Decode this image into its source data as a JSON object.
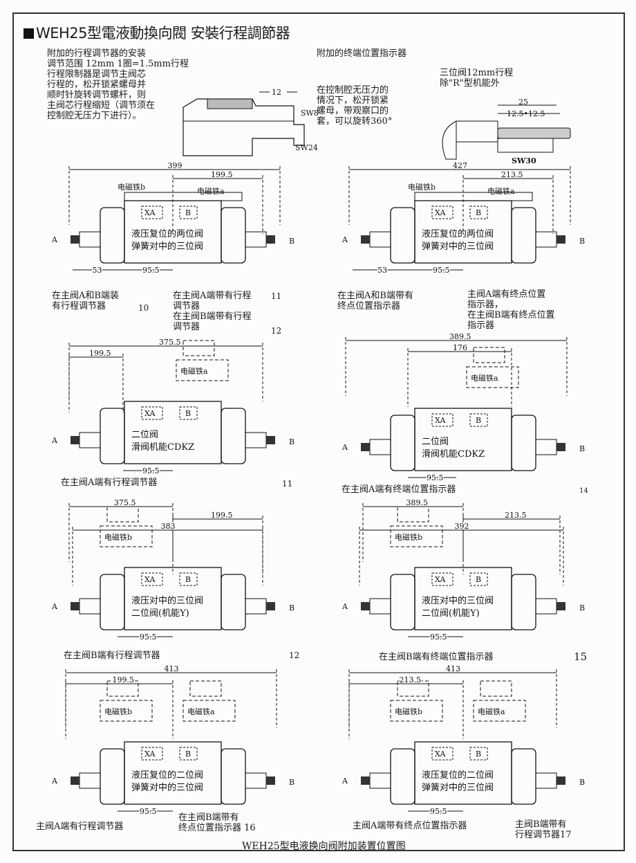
{
  "title": "WEH25型電液動換向閥 安裝行程調節器",
  "intro_left": [
    "附加的行程调节器的安装",
    "调节范围 12mm 1圈=1.5mm行程",
    "行程限制器是调节主阀芯",
    "行程的，松开锁紧螺母并",
    "顺时针旋转调节螺杆，则",
    "主阀芯行程缩短（调节须在",
    "控制腔无压力下进行）。"
  ],
  "detail_left": {
    "dim": "12",
    "sw_top": "SW8",
    "sw_bottom": "SW24"
  },
  "intro_right_heading": "附加的终端位置指示器",
  "intro_right": [
    "在控制腔无压力的",
    "情况下，松开锁紧",
    "螺母，带观察口的",
    "套，可以旋转360°"
  ],
  "detail_right_note": [
    "三位阀12mm行程",
    "除\"R\"型机能外"
  ],
  "detail_right": {
    "dim_total": "25",
    "dim_split": "12.5•12.5",
    "sw": "SW30"
  },
  "port_a": "A",
  "port_b": "B",
  "port_xa": "XA",
  "port_bb": "B",
  "sol_a": "电磁铁a",
  "sol_b": "电磁铁b",
  "panels": [
    {
      "dims": [
        "399",
        "199.5",
        "53",
        "95.5"
      ],
      "body": [
        "液压复位的两位阀",
        "弹簧对中的三位阀"
      ]
    },
    {
      "dims": [
        "427",
        "213.5",
        "53",
        "95.5"
      ],
      "body": [
        "液压复位的两位阀",
        "弹簧对中的三位阀"
      ]
    },
    {
      "dims": [
        "375.5",
        "199.5",
        "95.5"
      ],
      "body": [
        "二位阀",
        "滑阀机能CDKZ"
      ]
    },
    {
      "dims": [
        "389.5",
        "176",
        "95.5"
      ],
      "body": [
        "二位阀",
        "滑阀机能CDKZ"
      ]
    },
    {
      "dims": [
        "375.5",
        "199.5",
        "383",
        "95.5"
      ],
      "body": [
        "液压对中的三位阀",
        "二位阀(机能Y)"
      ]
    },
    {
      "dims": [
        "389.5",
        "213.5",
        "392",
        "95.5"
      ],
      "body": [
        "液压对中的三位阀",
        "二位阀(机能Y)"
      ]
    },
    {
      "dims": [
        "413",
        "199.5",
        "95.5"
      ],
      "body": [
        "液压复位的二位阀",
        "弹簧对中的三位阀"
      ]
    },
    {
      "dims": [
        "413",
        "213.5",
        "95.5"
      ],
      "body": [
        "液压复位的二位阀",
        "弹簧对中的三位阀"
      ]
    }
  ],
  "captions": {
    "c1": [
      "在主阀A和B端装",
      "有行程调节器"
    ],
    "c1_num": "10",
    "c1b": [
      "在主阀A端带有行程",
      "调节器"
    ],
    "c1b_num": "11",
    "c1c": [
      "在主阀B端带有行程",
      "调节器"
    ],
    "c1c_num": "12",
    "c2": [
      "在主阀A和B端带有",
      "终点位置指示器"
    ],
    "c2b": [
      "主阀A端有终点位置",
      "指示器，",
      "在主阀B端有终点位置",
      "指示器"
    ],
    "c3": "在主阀A端有行程调节器",
    "c3_num": "11",
    "c4": "在主阀A端有终端位置指示器",
    "c4_num": "14",
    "c5": "在主阀B端有行程调节器",
    "c5_num": "12",
    "c6": "在主阀B端有终端位置指示器",
    "c6_num": "15",
    "c7": "主阀A端有行程调节器",
    "c7b": [
      "在主阀B端带有",
      "终点位置指示器 16"
    ],
    "c8": "主阀A端带有终点位置指示器",
    "c8b": [
      "主阀B端带有",
      "行程调节器17"
    ]
  },
  "footer": "WEH25型电液换向阀附加装置位置图"
}
